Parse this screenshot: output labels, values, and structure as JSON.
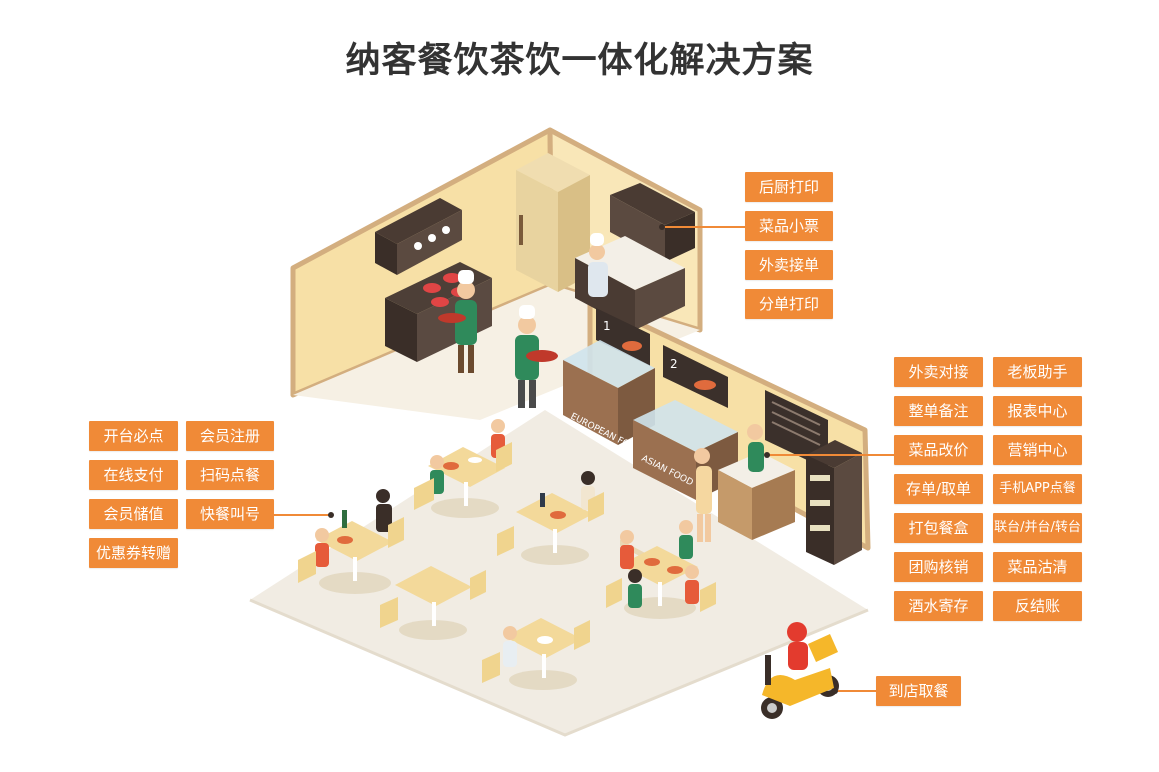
{
  "title": "纳客餐饮茶饮一体化解决方案",
  "colors": {
    "accent": "#f08a37",
    "floor": "#f1ece3",
    "wall": "#f7e0a6",
    "wall_trim": "#d3ae7f"
  },
  "kitchen_tags": [
    "后厨打印",
    "菜品小票",
    "外卖接单",
    "分单打印"
  ],
  "left_tags": [
    "开台必点",
    "会员注册",
    "在线支付",
    "扫码点餐",
    "会员储值",
    "快餐叫号",
    "优惠券转赠"
  ],
  "right_tags": [
    "外卖对接",
    "老板助手",
    "整单备注",
    "报表中心",
    "菜品改价",
    "营销中心",
    "存单/取单",
    "手机APP点餐",
    "打包餐盒",
    "联台/并台/转台",
    "团购核销",
    "菜品沽清",
    "酒水寄存",
    "反结账"
  ],
  "delivery_tag": "到店取餐",
  "scene": {
    "sign_1": "1",
    "sign_2": "2",
    "counter_1": "EUROPEAN FOOD",
    "counter_2": "ASIAN FOOD"
  }
}
